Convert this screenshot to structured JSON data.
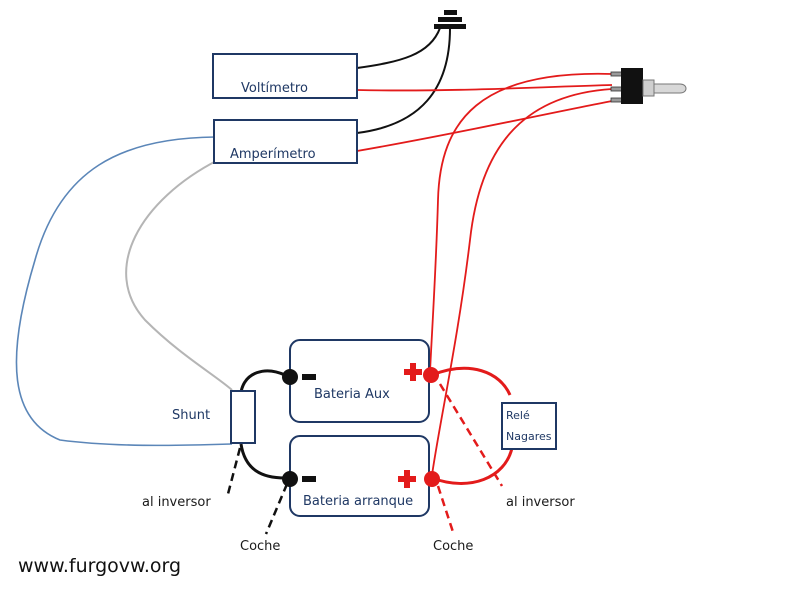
{
  "labels": {
    "voltimetro": "Voltímetro",
    "amperimetro": "Amperímetro",
    "shunt": "Shunt",
    "bateria_aux": "Bateria Aux",
    "bateria_arranque": "Bateria arranque",
    "rele_line1": "Relé",
    "rele_line2": "Nagares",
    "al_inversor_left": "al inversor",
    "al_inversor_right": "al inversor",
    "coche_left": "Coche",
    "coche_right": "Coche"
  },
  "watermark": "www.furgovw.org",
  "colors": {
    "positive_wire": "#e31b1b",
    "negative_wire": "#111111",
    "shunt_to_voltmeter": "#1f1f1f",
    "shunt_signal_gray": "#b5b5b5",
    "shunt_signal_blue": "#5b86b8",
    "box_border": "#1f3864"
  },
  "icons": {
    "ground": "ground-icon",
    "toggle_switch": "toggle-switch-icon"
  }
}
